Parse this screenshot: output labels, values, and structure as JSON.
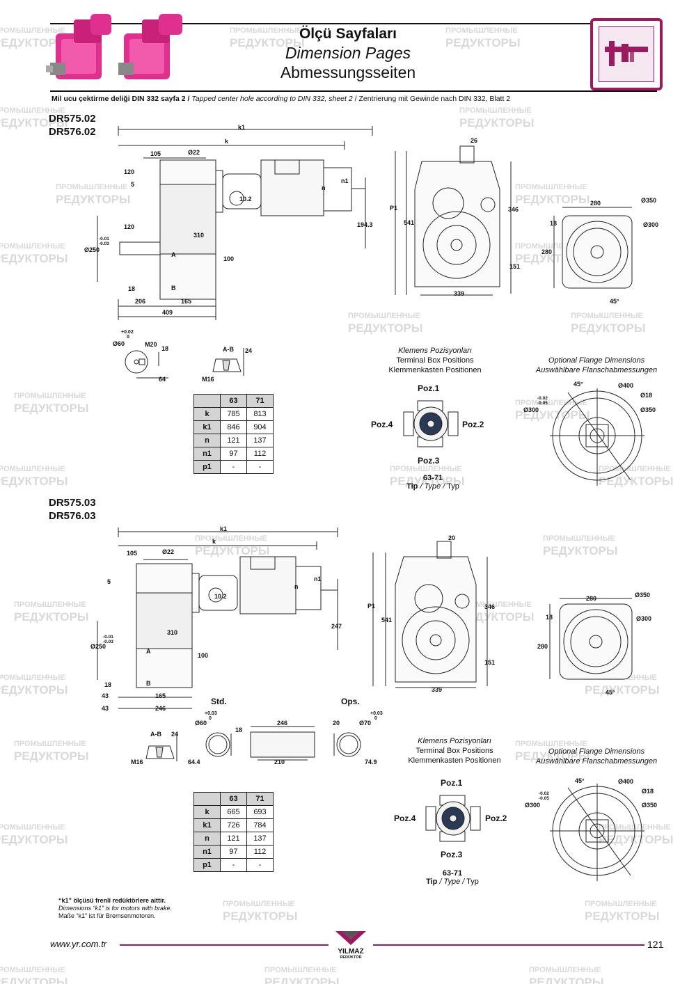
{
  "header": {
    "title_tr": "Ölçü Sayfaları",
    "title_en": "Dimension Pages",
    "title_de": "Abmessungsseiten"
  },
  "note": {
    "tr": "Mil ucu çektirme deliği DIN 332 sayfa 2 /",
    "en": "Tapped center hole according to DIN 332, sheet 2",
    "de": "/  Zentrierung mit Gewinde nach DIN 332, Blatt 2"
  },
  "section1": {
    "model_a": "DR575.02",
    "model_b": "DR576.02",
    "dims": {
      "k1": "k1",
      "k": "k",
      "d105": "105",
      "d22": "Ø22",
      "d120a": "120",
      "d5": "5",
      "d10_2": "10.2",
      "n": "n",
      "n1": "n1",
      "d194_3": "194.3",
      "d120b": "120",
      "tol": "-0.01",
      "tol2": "-0.03",
      "d250": "Ø250",
      "d310": "310",
      "a": "A",
      "d100": "100",
      "d18": "18",
      "b": "B",
      "d206": "206",
      "d165": "165",
      "d409": "409",
      "d26": "26",
      "p1": "P1",
      "d541": "541",
      "d346": "346",
      "d151": "151",
      "d339": "339",
      "d280a": "280",
      "d350": "Ø350",
      "d18b": "18",
      "d300": "Ø300",
      "d280b": "280",
      "d45": "45°",
      "shaft_tol1": "+0.02",
      "shaft_tol2": "0",
      "d60": "Ø60",
      "m20": "M20",
      "d18c": "18",
      "d64": "64",
      "ab": "A-B",
      "d24": "24",
      "m16": "M16"
    },
    "terminal_caption": [
      "Klemens Pozisyonları",
      "Terminal Box Positions",
      "Klemmenkasten Positionen"
    ],
    "flange_caption": [
      "Optional Flange Dimensions",
      "Auswählbare Flanschabmessungen"
    ],
    "poz": [
      "Poz.1",
      "Poz.2",
      "Poz.3",
      "Poz.4"
    ],
    "tip_range": "63-71",
    "tip": [
      "Tip",
      "/ Type /",
      "Typ"
    ],
    "flange": {
      "d45": "45°",
      "d400": "Ø400",
      "d18": "Ø18",
      "tol1": "-0.02",
      "tol2": "-0.05",
      "d300": "Ø300",
      "d350": "Ø350"
    },
    "table": {
      "cols": [
        "63",
        "71"
      ],
      "rows": [
        {
          "h": "k",
          "v": [
            "785",
            "813"
          ]
        },
        {
          "h": "k1",
          "v": [
            "846",
            "904"
          ]
        },
        {
          "h": "n",
          "v": [
            "121",
            "137"
          ]
        },
        {
          "h": "n1",
          "v": [
            "97",
            "112"
          ]
        },
        {
          "h": "p1",
          "v": [
            "-",
            "-"
          ]
        }
      ]
    }
  },
  "section2": {
    "model_a": "DR575.03",
    "model_b": "DR576.03",
    "dims": {
      "k1": "k1",
      "k": "k",
      "d105": "105",
      "d22": "Ø22",
      "d5": "5",
      "d10_2": "10.2",
      "n": "n",
      "n1": "n1",
      "d247": "247",
      "tol": "-0.01",
      "tol2": "-0.03",
      "d250": "Ø250",
      "d310": "310",
      "a": "A",
      "d100": "100",
      "d18": "18",
      "b": "B",
      "d43a": "43",
      "d165": "165",
      "d43b": "43",
      "d246": "246",
      "d20": "20",
      "p1": "P1",
      "d541": "541",
      "d346": "346",
      "d151": "151",
      "d339": "339",
      "d280a": "280",
      "d350": "Ø350",
      "d18b": "18",
      "d300": "Ø300",
      "d280b": "280",
      "d45": "45°",
      "std": "Std.",
      "ops": "Ops.",
      "ab": "A-B",
      "d24": "24",
      "m16": "M16",
      "std_tol1": "+0.03",
      "std_tol2": "0",
      "d60": "Ø60",
      "d18c": "18",
      "d64_4": "64.4",
      "d246b": "246",
      "d210": "210",
      "d20b": "20",
      "d70": "Ø70",
      "ops_tol1": "+0.03",
      "ops_tol2": "0",
      "d74_9": "74.9"
    },
    "terminal_caption": [
      "Klemens Pozisyonları",
      "Terminal Box Positions",
      "Klemmenkasten Positionen"
    ],
    "flange_caption": [
      "Optional Flange Dimensions",
      "Auswählbare Flanschabmessungen"
    ],
    "poz": [
      "Poz.1",
      "Poz.2",
      "Poz.3",
      "Poz.4"
    ],
    "tip_range": "63-71",
    "tip": [
      "Tip",
      "/ Type /",
      "Typ"
    ],
    "flange": {
      "d45": "45°",
      "d400": "Ø400",
      "d18": "Ø18",
      "tol1": "-0.02",
      "tol2": "-0.05",
      "d300": "Ø300",
      "d350": "Ø350"
    },
    "table": {
      "cols": [
        "63",
        "71"
      ],
      "rows": [
        {
          "h": "k",
          "v": [
            "665",
            "693"
          ]
        },
        {
          "h": "k1",
          "v": [
            "726",
            "784"
          ]
        },
        {
          "h": "n",
          "v": [
            "121",
            "137"
          ]
        },
        {
          "h": "n1",
          "v": [
            "97",
            "112"
          ]
        },
        {
          "h": "p1",
          "v": [
            "-",
            "-"
          ]
        }
      ]
    }
  },
  "footnote": {
    "tr": "“k1” ölçüsü frenli redüktörlere aittir.",
    "en": "Dimensions “k1” is for motors with brake.",
    "de": "Maße “k1” ist für Bremsenmotoren."
  },
  "footer": {
    "url": "www.yr.com.tr",
    "page": "121",
    "brand": "YILMAZ",
    "brand_sub": "REDÜKTÖR"
  },
  "watermark": {
    "line1": "ПРОМЫШЛЕННЫЕ",
    "line2": "РЕДУКТОРЫ"
  },
  "colors": {
    "product": "#e0308f",
    "accent": "#9c1a5e",
    "table_header": "#d4d4d4"
  }
}
